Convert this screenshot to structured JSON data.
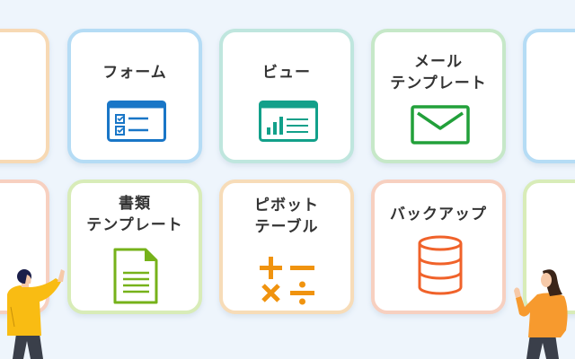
{
  "cards": [
    {
      "id": "partial-left-top",
      "label": "",
      "border": "#f7d9b4"
    },
    {
      "id": "form",
      "label": "フォーム",
      "border": "#b5dcf5",
      "icon": "form-icon",
      "icon_color": "#1976c7"
    },
    {
      "id": "view",
      "label": "ビュー",
      "border": "#bfe6de",
      "icon": "chart-window-icon",
      "icon_color": "#12a08a"
    },
    {
      "id": "mail-template",
      "label_line1": "メール",
      "label_line2": "テンプレート",
      "border": "#c6e8c8",
      "icon": "envelope-icon",
      "icon_color": "#22a03a"
    },
    {
      "id": "partial-right-top",
      "label": "",
      "border": "#b5dcf5"
    },
    {
      "id": "partial-left-bottom",
      "label": "",
      "border": "#f7d0c0"
    },
    {
      "id": "document-template",
      "label_line1": "書類",
      "label_line2": "テンプレート",
      "border": "#d8ecb8",
      "icon": "document-icon",
      "icon_color": "#76b21a"
    },
    {
      "id": "pivot-table",
      "label_line1": "ピボット",
      "label_line2": "テーブル",
      "border": "#f7dcb8",
      "icon": "arithmetic-icon",
      "icon_color": "#f0930f"
    },
    {
      "id": "backup",
      "label": "バックアップ",
      "border": "#f7d0c0",
      "icon": "database-icon",
      "icon_color": "#f0622a"
    },
    {
      "id": "partial-right-bottom",
      "label": "",
      "border": "#d8ecb8"
    }
  ],
  "colors": {
    "background": "#eef5fc",
    "text": "#333333",
    "man_shirt": "#f9bc13",
    "woman_shirt": "#f79a2e",
    "pants": "#3a3f4a"
  }
}
